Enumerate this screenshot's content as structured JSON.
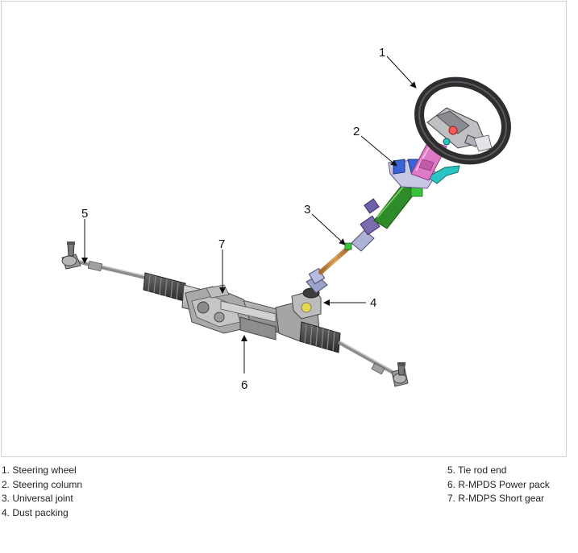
{
  "callouts": [
    "1",
    "2",
    "3",
    "4",
    "5",
    "6",
    "7"
  ],
  "legend_left": [
    "1. Steering wheel",
    "2. Steering column",
    "3. Universal joint",
    "4. Dust packing"
  ],
  "legend_right": [
    "5. Tie rod end",
    "6. R-MPDS Power pack",
    "7. R-MDPS Short gear"
  ],
  "colors": {
    "wheel": "#3a3a3c",
    "column_pink": "#e07ac8",
    "column_green": "#2f8a2a",
    "bracket_blue": "#3a63d8",
    "shaft_orange": "#c88a3c",
    "rack_grey": "#9a9a9a",
    "bracket_cyan": "#2bc4c4"
  }
}
